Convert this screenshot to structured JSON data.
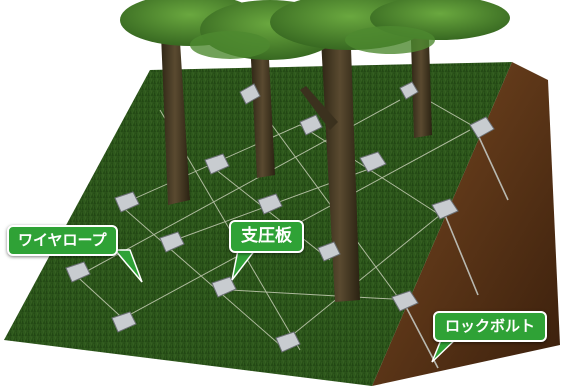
{
  "labels": {
    "wire_rope": "ワイヤロープ",
    "support_plate": "支圧板",
    "rock_bolt": "ロックボルト"
  },
  "colors": {
    "label_bg": "#2fa236",
    "label_text": "#ffffff",
    "grass": "#2c5a1c",
    "soil": "#5a3318",
    "foliage": "#3f7a27",
    "trunk": "#4a3a22",
    "wire": "#d9dcc8",
    "plate": "#c8ccd0"
  }
}
